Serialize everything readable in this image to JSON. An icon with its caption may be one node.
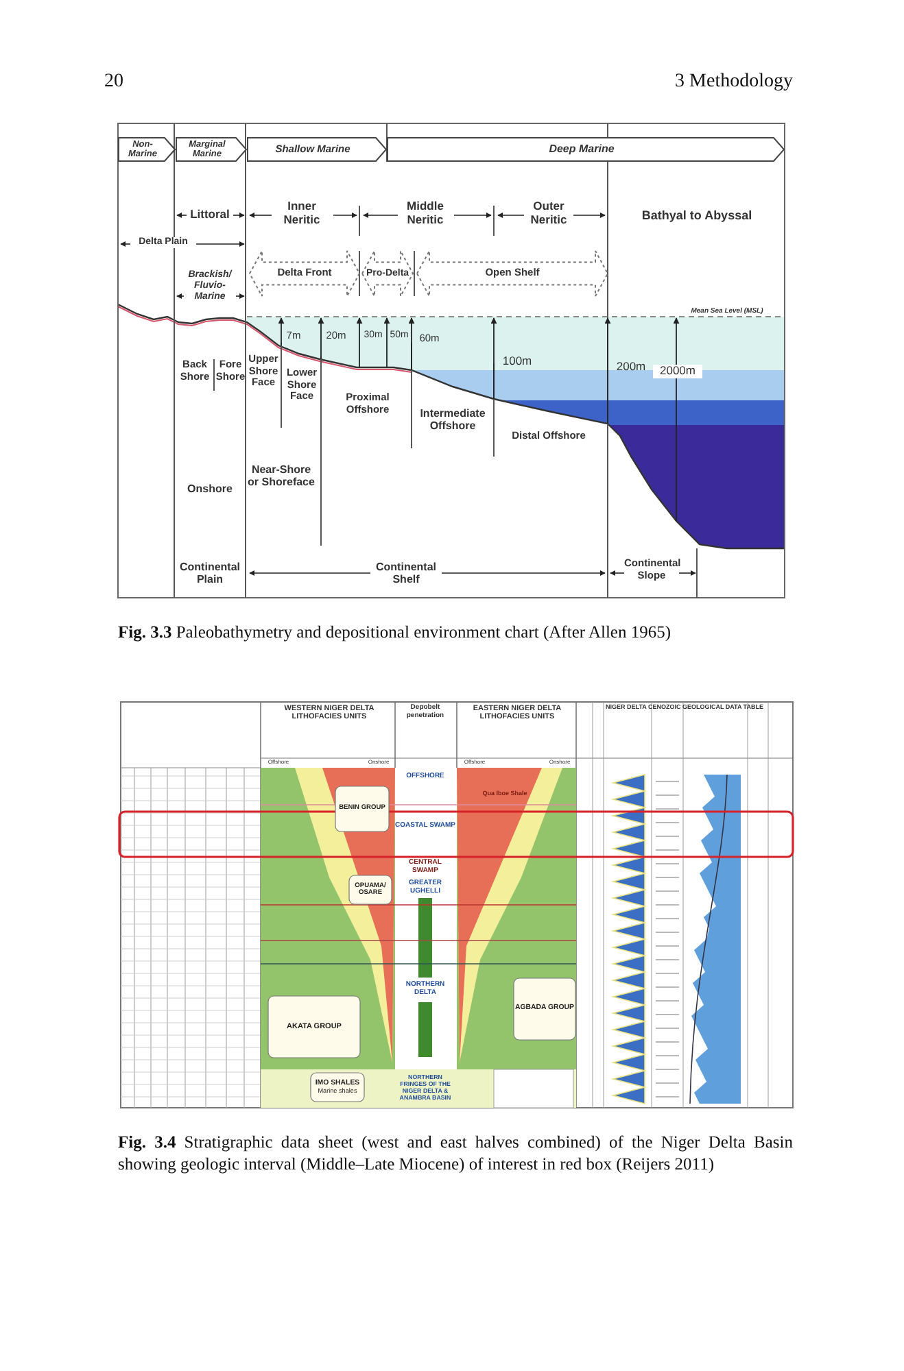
{
  "diagram": {
    "nodes": [
      {
        "text": [
          "Non-Marine"
        ]
      },
      {
        "text": [
          "Marginal Marine"
        ]
      },
      {
        "text": [
          "Shallow Marine"
        ]
      },
      {
        "text": [
          "Deep Marine"
        ]
      },
      {
        "text": [
          "Delta Front"
        ]
      },
      {
        "text": [
          "Pro-Delta"
        ]
      },
      {
        "text": [
          "Open Shelf"
        ]
      },
      {
        "text": [
          "BENIN GROUP"
        ]
      },
      {
        "text": [
          "OPUAMA/ OSARE"
        ]
      },
      {
        "text": [
          "AKATA GROUP"
        ]
      },
      {
        "text": [
          "AGBADA GROUP"
        ]
      },
      {
        "text": [
          "IMO SHALES",
          "Marine shales"
        ]
      }
    ],
    "labels": [
      "20",
      "3 Methodology",
      "Littoral",
      "Inner Neritic",
      "Middle Neritic",
      "Outer Neritic",
      "Bathyal to Abyssal",
      "Delta Plain",
      "Brackish/ Fluvio-Marine",
      "Mean Sea Level (MSL)",
      "7m",
      "20m",
      "30m",
      "50m",
      "60m",
      "100m",
      "200m",
      "2000m",
      "Back Shore",
      "Fore Shore",
      "Upper Shore Face",
      "Lower Shore Face",
      "Proximal Offshore",
      "Intermediate Offshore",
      "Distal Offshore",
      "Onshore",
      "Near-Shore or Shoreface",
      "Continental Plain",
      "Continental Shelf",
      "Continental Slope",
      "**Fig. 3.3** Paleobathymetry and depositional environment chart (After Allen 1965)",
      "WESTERN NIGER DELTA LITHOFACIES UNITS",
      "Depobelt penetration",
      "EASTERN NIGER DELTA LITHOFACIES UNITS",
      "NIGER DELTA CENOZOIC GEOLOGICAL DATA TABLE",
      "Offshore",
      "Onshore",
      "Offshore",
      "Onshore",
      "OFFSHORE",
      "COASTAL SWAMP",
      "CENTRAL SWAMP",
      "GREATER UGHELLI",
      "NORTHERN DELTA",
      "NORTHERN FRINGES OF THE NIGER DELTA & ANAMBRA BASIN",
      "Qua Iboe Shale",
      "**Fig. 3.4** Stratigraphic data sheet (west and east halves combined) of the Niger Delta Basin showing geologic interval (Middle–Late Miocene) of interest in red box (Reijers 2011)"
    ]
  }
}
